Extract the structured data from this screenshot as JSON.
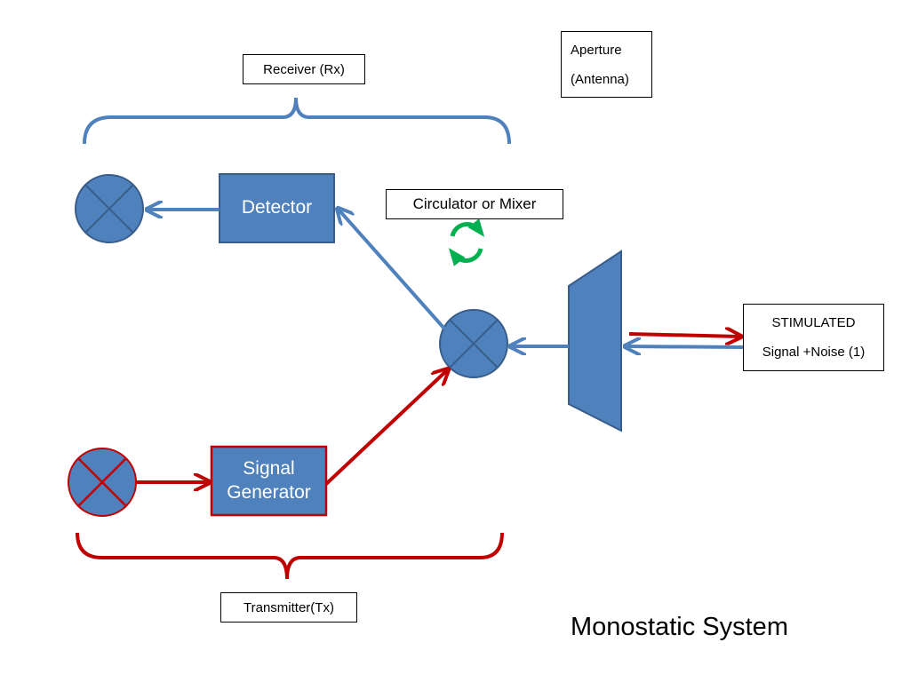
{
  "labels": {
    "receiver": "Receiver (Rx)",
    "transmitter": "Transmitter(Tx)",
    "aperture_line1": "Aperture",
    "aperture_line2": "(Antenna)",
    "circulator": "Circulator or Mixer",
    "stimulated_line1": "STIMULATED",
    "stimulated_line2": "Signal +Noise (1)"
  },
  "blocks": {
    "detector": "Detector",
    "signal_generator_line1": "Signal",
    "signal_generator_line2": "Generator"
  },
  "caption": "Monostatic System",
  "colors": {
    "block_fill": "#4f81bd",
    "block_stroke": "#385d8a",
    "rx_blue": "#4f81bd",
    "tx_red": "#c00000",
    "circulator_green": "#00b050"
  },
  "icons": [
    "mixer-icon",
    "circulator-icon",
    "antenna-aperture-icon"
  ]
}
